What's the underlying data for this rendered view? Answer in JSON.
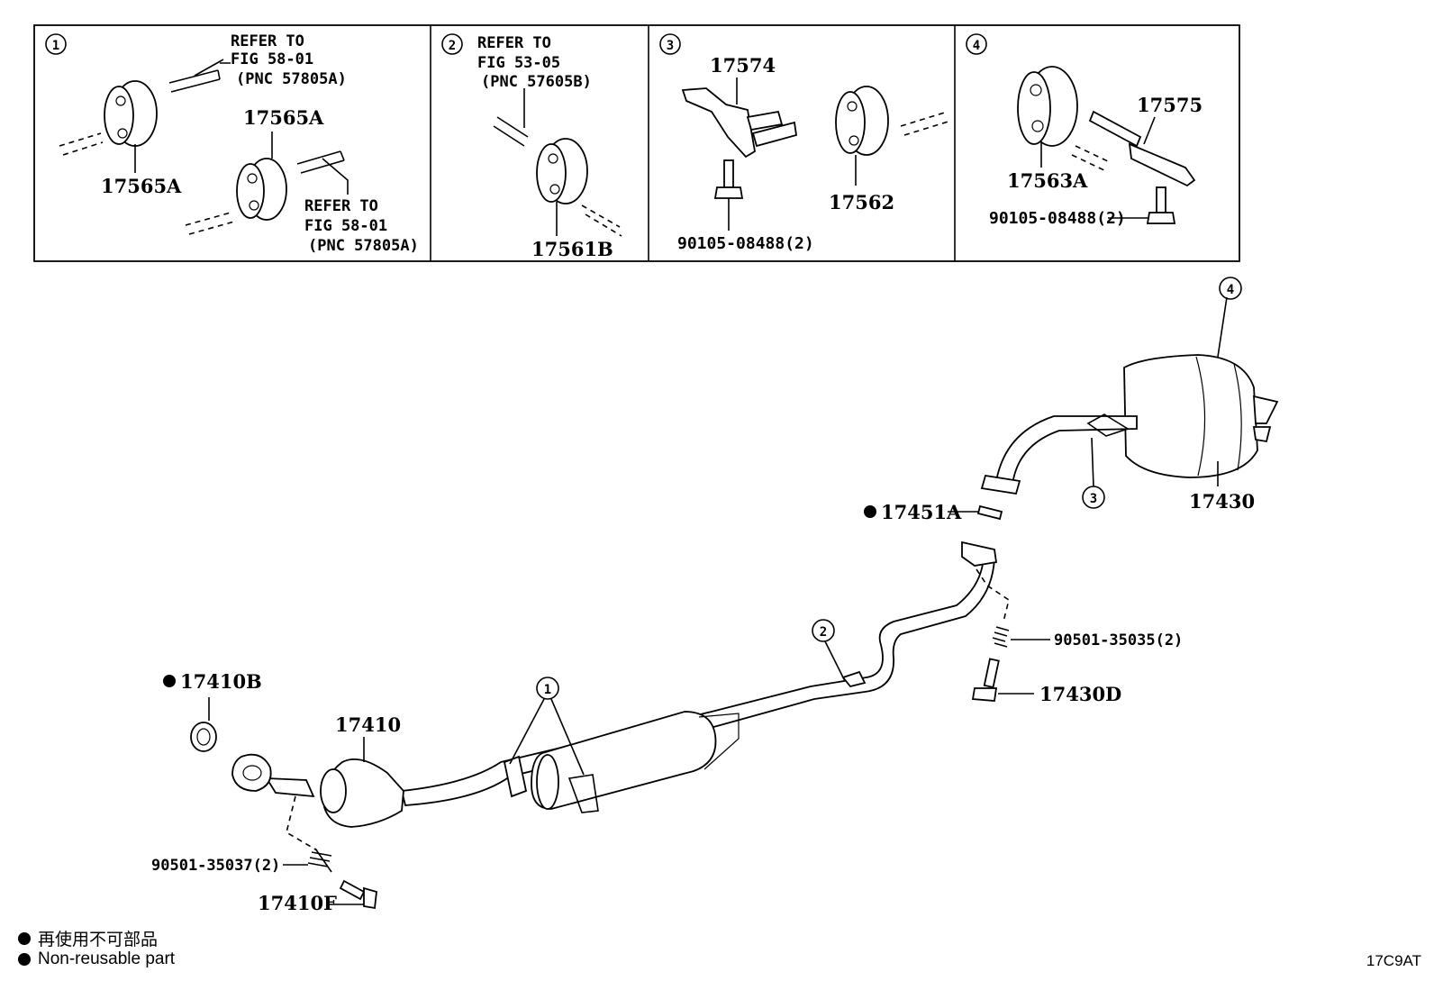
{
  "panels": [
    {
      "num": "1",
      "refs": [
        "REFER TO",
        "FIG 58-01",
        "(PNC 57805A)",
        "REFER TO",
        "FIG 58-01",
        "(PNC 57805A)"
      ],
      "parts": [
        "17565A",
        "17565A"
      ]
    },
    {
      "num": "2",
      "refs": [
        "REFER TO",
        "FIG 53-05",
        "(PNC 57605B)"
      ],
      "parts": [
        "17561B"
      ]
    },
    {
      "num": "3",
      "parts": [
        "17574",
        "17562",
        "90105-08488(2)"
      ]
    },
    {
      "num": "4",
      "parts": [
        "17563A",
        "17575",
        "90105-08488(2)"
      ]
    }
  ],
  "main_parts": {
    "p17410B": "17410B",
    "p17410": "17410",
    "p90501_35037": "90501-35037(2)",
    "p17410F": "17410F",
    "p17451A": "17451A",
    "p17430": "17430",
    "p90501_35035": "90501-35035(2)",
    "p17430D": "17430D"
  },
  "callouts": [
    "1",
    "2",
    "3",
    "4"
  ],
  "legend": {
    "line1": "再使用不可部品",
    "line2": "Non-reusable part"
  },
  "figure_code": "17C9AT"
}
